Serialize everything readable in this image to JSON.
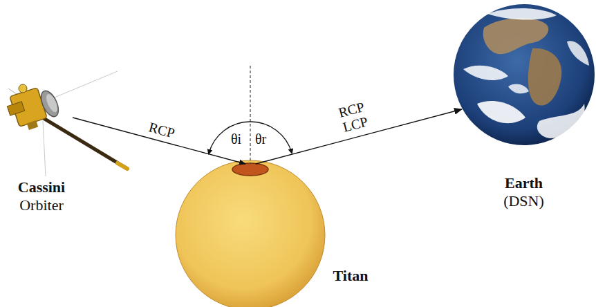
{
  "diagram": {
    "nodes": [
      {
        "text": [
          "Cassini",
          "Orbiter"
        ]
      },
      {
        "text": [
          "Titan"
        ]
      },
      {
        "text": [
          "Earth",
          "(DSN)"
        ]
      }
    ],
    "edges": [
      {
        "from": 0,
        "to": 1,
        "arrow": "to",
        "label": "RCP"
      },
      {
        "from": 1,
        "to": 2,
        "arrow": "to",
        "label": "RCP LCP"
      }
    ],
    "labels": [
      "θi",
      "θr"
    ]
  }
}
